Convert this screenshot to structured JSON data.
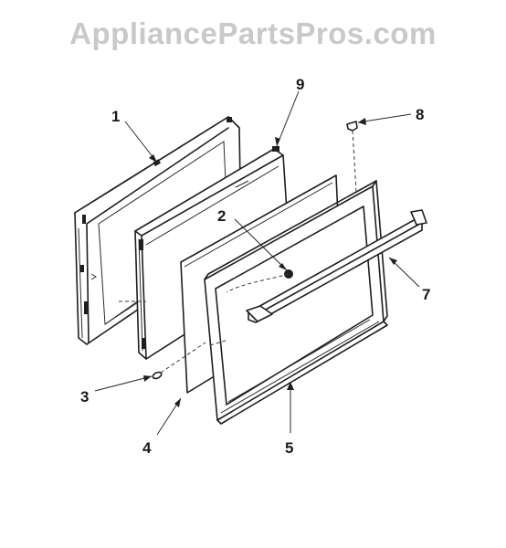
{
  "watermark": "AppliancePartsPros.com",
  "callouts": {
    "c1": "1",
    "c2": "2",
    "c3": "3",
    "c4": "4",
    "c5": "5",
    "c7": "7",
    "c8": "8",
    "c9": "9"
  },
  "colors": {
    "line": "#1f1f1f",
    "watermark": "#c9c9c9",
    "background": "#ffffff"
  }
}
